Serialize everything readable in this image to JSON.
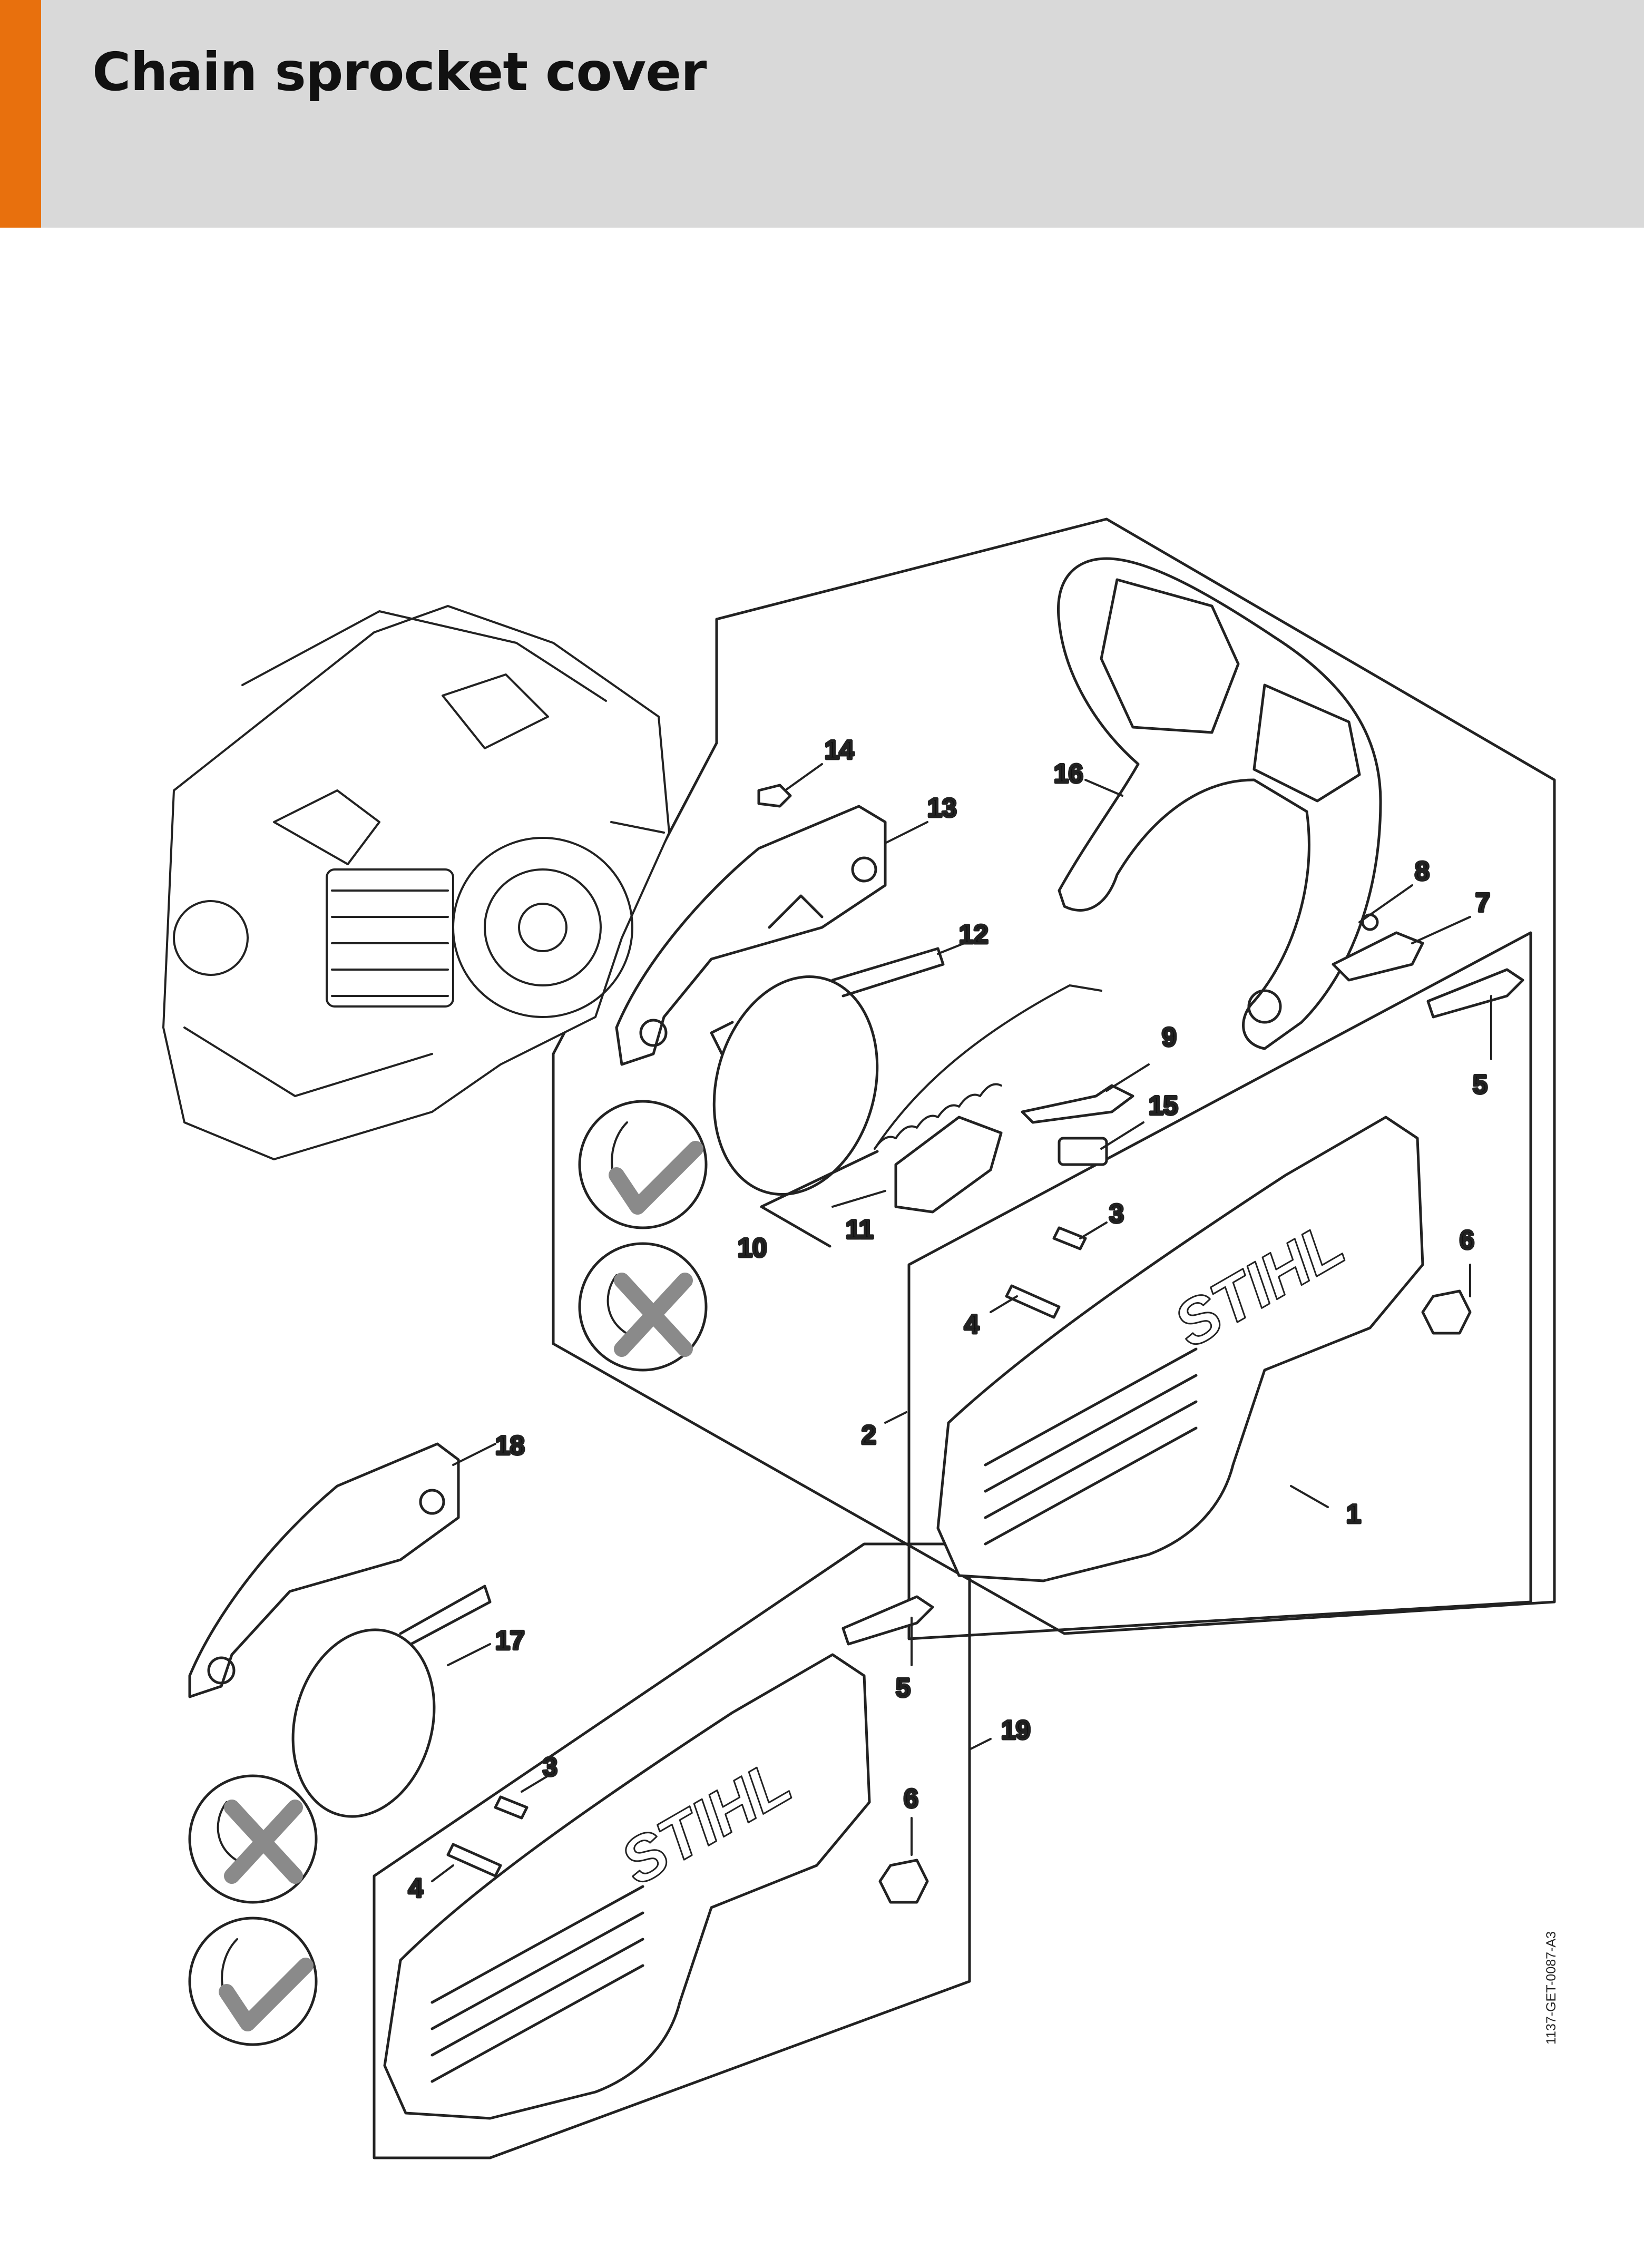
{
  "header": {
    "title": "Chain sprocket cover",
    "accent_color": "#e8700d",
    "background_color": "#d9d9d9"
  },
  "reference_code": "1137-GET-0087-A3",
  "brand_mark": "STIHL",
  "callouts": {
    "c1": "1",
    "c2": "2",
    "c3a": "3",
    "c3b": "3",
    "c4a": "4",
    "c4b": "4",
    "c5a": "5",
    "c5b": "5",
    "c6a": "6",
    "c6b": "6",
    "c7": "7",
    "c8": "8",
    "c9": "9",
    "c10": "10",
    "c11": "11",
    "c12": "12",
    "c13": "13",
    "c14": "14",
    "c15": "15",
    "c16": "16",
    "c17": "17",
    "c18": "18",
    "c19": "19"
  },
  "icons": [
    "check-icon",
    "cross-icon"
  ]
}
